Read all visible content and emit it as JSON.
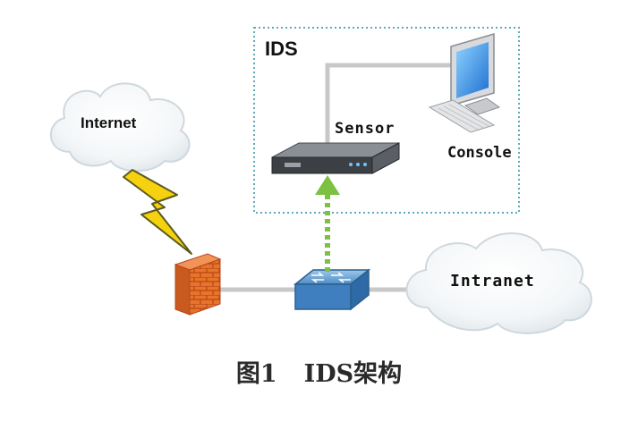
{
  "diagram": {
    "ids_label": "IDS",
    "internet_label": "Internet",
    "sensor_label": "Sensor",
    "console_label": "Console",
    "intranet_label": "Intranet"
  },
  "caption": {
    "number": "图1",
    "text": "IDS架构"
  },
  "colors": {
    "ids_border": "#5fa9bf",
    "link_line": "#c8c8c8",
    "traffic_arrow": "#7cc142",
    "lightning": "#f5d10f",
    "firewall": "#e8742a"
  }
}
